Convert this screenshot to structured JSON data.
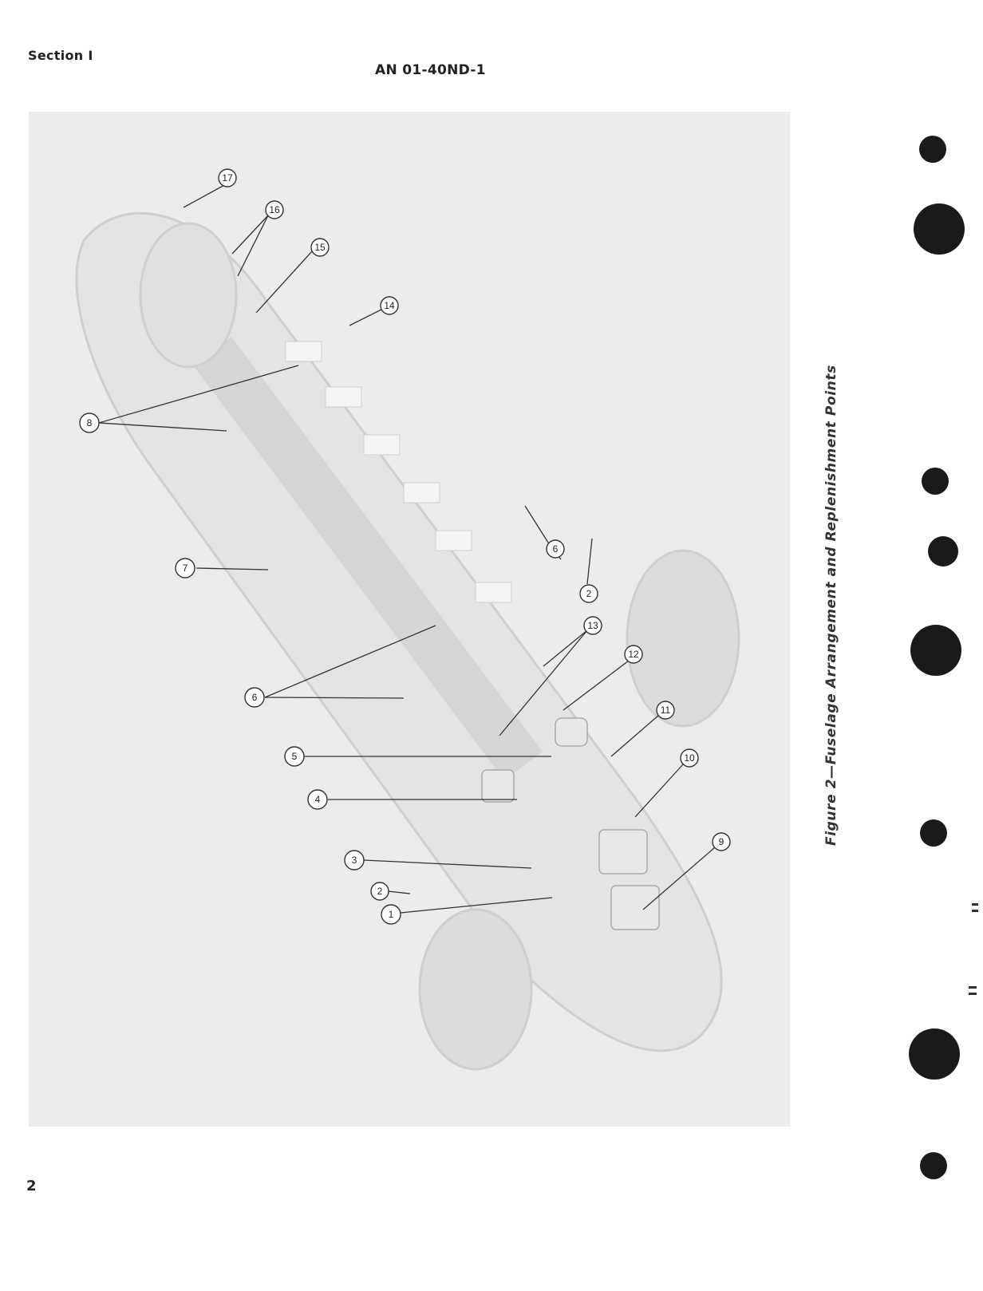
{
  "header": {
    "section": "Section I",
    "doc_number": "AN 01-40ND-1"
  },
  "page": {
    "number": "2"
  },
  "figure": {
    "caption": "Figure 2—Fuselage Arrangement and Replenishment Points",
    "callouts": [
      "1",
      "2",
      "3",
      "4",
      "5",
      "6",
      "7",
      "8",
      "9",
      "10",
      "11",
      "12",
      "13",
      "14",
      "15",
      "16",
      "17",
      "6",
      "2"
    ]
  }
}
